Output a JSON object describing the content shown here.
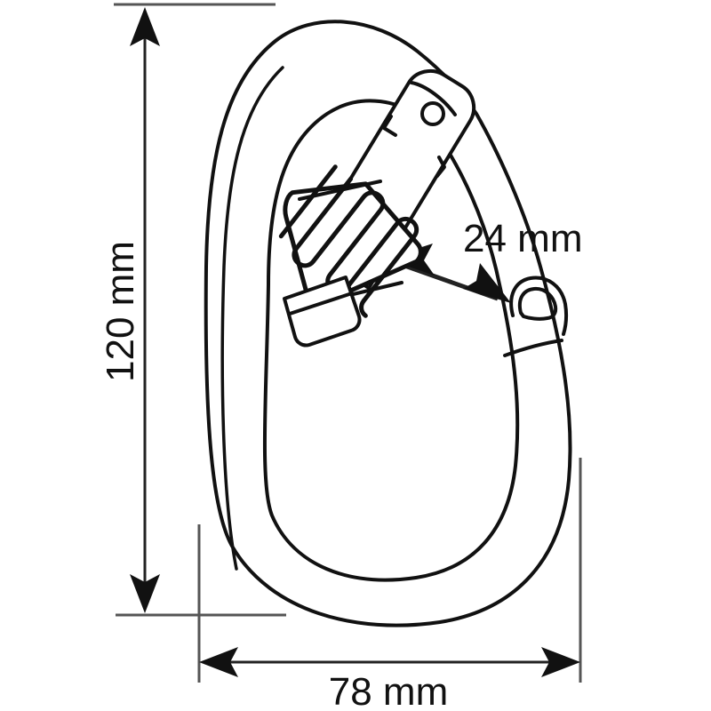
{
  "drawing": {
    "title": "Carabiner dimensional drawing",
    "subject": "screw-lock carabiner",
    "view": "side elevation",
    "background_color": "#ffffff",
    "line_color": "#111111",
    "dimension_line_color": "#555555",
    "arrow_color": "#111111"
  },
  "dimensions": {
    "height": {
      "label": "120 mm",
      "value": 120,
      "unit": "mm",
      "orientation": "vertical",
      "text_rotation_deg": -90,
      "arrow_style": "double-ended",
      "font_size": 44
    },
    "width": {
      "label": "78 mm",
      "value": 78,
      "unit": "mm",
      "orientation": "horizontal",
      "text_rotation_deg": 0,
      "arrow_style": "double-ended",
      "font_size": 44
    },
    "gate_opening": {
      "label": "24 mm",
      "value": 24,
      "unit": "mm",
      "orientation": "diagonal",
      "text_rotation_deg": 0,
      "arrow_style": "double-ended",
      "font_size": 44
    }
  },
  "parts": {
    "body": "carabiner-body-outline",
    "spine": "carabiner-spine",
    "gate": "gate-arm",
    "rivet": "gate-rivet-hole",
    "sleeve": "screw-lock-sleeve",
    "knurl": "knurled-grip",
    "collar": "sleeve-collar",
    "nose": "keylock-nose"
  }
}
